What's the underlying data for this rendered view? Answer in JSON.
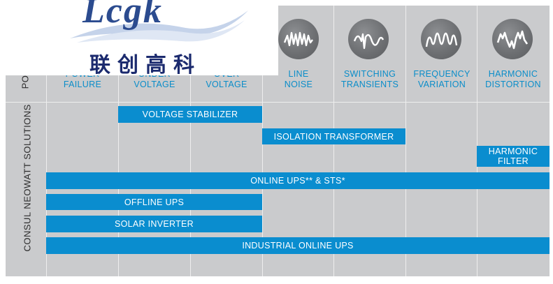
{
  "logo": {
    "word": "Lcgk",
    "chinese": "联创高科"
  },
  "side_labels": {
    "top": "PO",
    "left": "CONSUL NEOWATT SOLUTIONS"
  },
  "problems": [
    {
      "line1": "POWER",
      "line2": "FAILURE",
      "icon": "power-failure-icon"
    },
    {
      "line1": "UNDER",
      "line2": "VOLTAGE",
      "icon": "under-voltage-icon"
    },
    {
      "line1": "OVER",
      "line2": "VOLTAGE",
      "icon": "over-voltage-icon"
    },
    {
      "line1": "LINE",
      "line2": "NOISE",
      "icon": "line-noise-icon"
    },
    {
      "line1": "SWITCHING",
      "line2": "TRANSIENTS",
      "icon": "switching-transients-icon"
    },
    {
      "line1": "FREQUENCY",
      "line2": "VARIATION",
      "icon": "frequency-variation-icon"
    },
    {
      "line1": "HARMONIC",
      "line2": "DISTORTION",
      "icon": "harmonic-distortion-icon"
    }
  ],
  "solutions": {
    "voltage_stabilizer": "VOLTAGE STABILIZER",
    "isolation_transformer": "ISOLATION TRANSFORMER",
    "harmonic_filter_1": "HARMONIC",
    "harmonic_filter_2": "FILTER",
    "online_ups": "ONLINE UPS** & STS*",
    "offline_ups": "OFFLINE UPS",
    "solar_inverter": "SOLAR INVERTER",
    "industrial_online_ups": "INDUSTRIAL ONLINE UPS"
  },
  "colors": {
    "panel": "#cacbcd",
    "bar": "#0a8dcf",
    "header_text": "#0a8dc9",
    "logo": "#2b4b8f"
  }
}
